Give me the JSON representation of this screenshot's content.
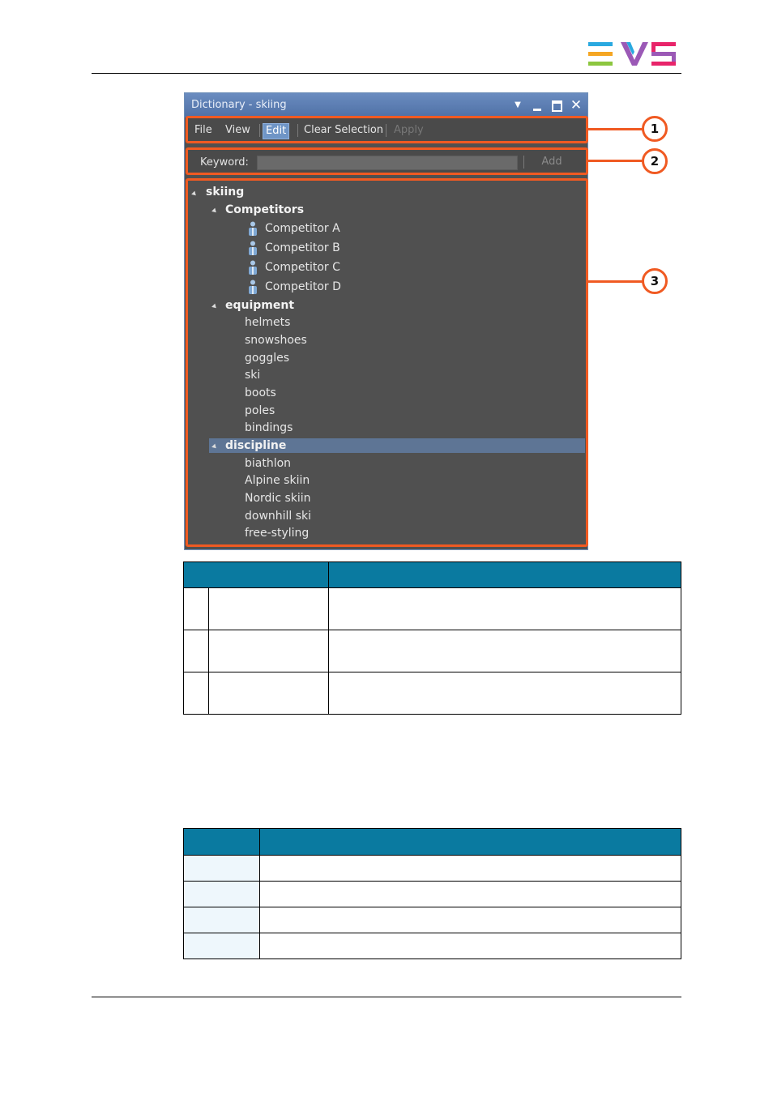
{
  "window": {
    "title": "Dictionary - skiing",
    "controls": [
      "dropdown-icon",
      "minimize-icon",
      "maximize-icon",
      "close-icon"
    ]
  },
  "menu": {
    "file": "File",
    "view": "View",
    "edit": "Edit",
    "clear_selection": "Clear Selection",
    "apply": "Apply"
  },
  "keyword_bar": {
    "label": "Keyword:",
    "value": "",
    "add": "Add"
  },
  "tree": {
    "root": "skiing",
    "competitors": {
      "label": "Competitors",
      "items": [
        "Competitor A",
        "Competitor B",
        "Competitor C",
        "Competitor D"
      ]
    },
    "equipment": {
      "label": "equipment",
      "items": [
        "helmets",
        "snowshoes",
        "goggles",
        "ski",
        "boots",
        "poles",
        "bindings"
      ]
    },
    "discipline": {
      "label": "discipline",
      "selected": true,
      "items": [
        "biathlon",
        "Alpine skiin",
        "Nordic skiin",
        "downhill ski",
        "free-styling"
      ]
    }
  },
  "callouts": [
    "1",
    "2",
    "3"
  ],
  "colors": {
    "callout": "#f05a22",
    "table_header": "#0a7aa0",
    "window_title": "#5a7db3",
    "tree_background": "#505050",
    "selection": "#5e7595"
  }
}
